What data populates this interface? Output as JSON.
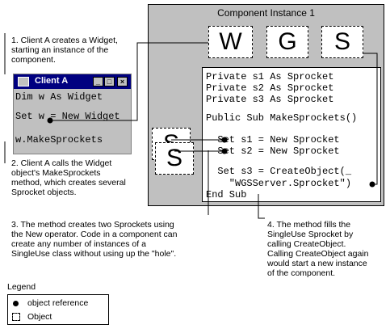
{
  "component": {
    "title": "Component Instance 1",
    "objects": [
      "W",
      "G",
      "S"
    ]
  },
  "code": {
    "lines": [
      "Private s1 As Sprocket",
      "Private s2 As Sprocket",
      "Private s3 As Sprocket",
      "",
      "Public Sub MakeSprockets()",
      "",
      "  Set s1 = New Sprocket",
      "  Set s2 = New Sprocket",
      "",
      "  Set s3 = CreateObject(_",
      "    \"WGSServer.Sprocket\")",
      "End Sub"
    ]
  },
  "client": {
    "title": "Client A",
    "code_lines": [
      "Dim w As Widget",
      "Set w = New Widget",
      "w.MakeSprockets"
    ]
  },
  "sprockets": [
    "S",
    "S"
  ],
  "notes": {
    "n1": [
      "1. Client A creates a Widget,",
      "starting an instance of the",
      "component."
    ],
    "n2": [
      "2. Client A calls the Widget",
      "object's MakeSprockets",
      "method, which creates several",
      "Sprocket objects."
    ],
    "n3": [
      "3. The method creates two Sprockets using",
      "the New operator. Code in a component can",
      "create any number of instances of a",
      "SingleUse class without using up the \"hole\"."
    ],
    "n4": [
      "4. The method fills the",
      "SingleUse Sprocket by",
      "calling CreateObject.",
      "Calling CreateObject again",
      "would start a new instance",
      "of the component."
    ]
  },
  "legend": {
    "title": "Legend",
    "items": [
      "object reference",
      "Object"
    ]
  }
}
